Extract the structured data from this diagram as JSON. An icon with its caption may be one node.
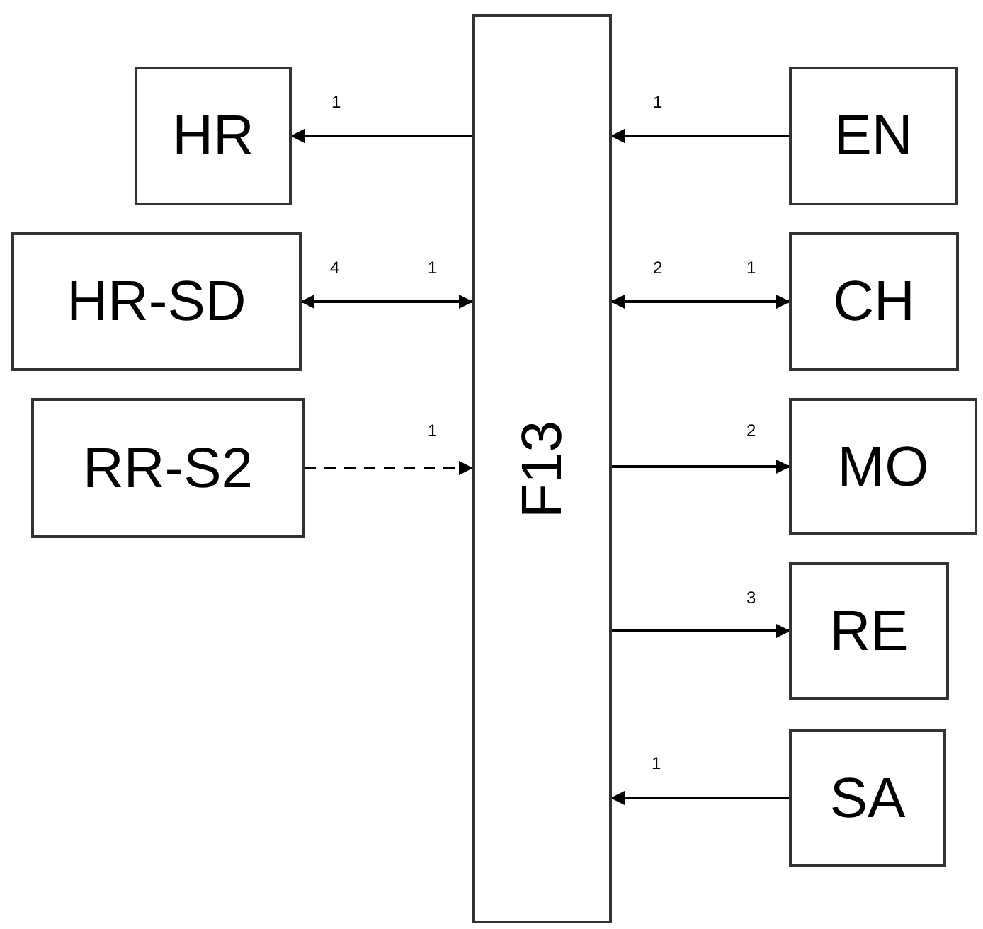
{
  "diagram": {
    "nodes": [
      {
        "text": [
          "F13"
        ]
      },
      {
        "text": [
          "HR"
        ]
      },
      {
        "text": [
          "HR-SD"
        ]
      },
      {
        "text": [
          "RR-S2"
        ]
      },
      {
        "text": [
          "EN"
        ]
      },
      {
        "text": [
          "CH"
        ]
      },
      {
        "text": [
          "MO"
        ]
      },
      {
        "text": [
          "RE"
        ]
      },
      {
        "text": [
          "SA"
        ]
      }
    ],
    "edges": [
      {
        "from": 0,
        "to": 1,
        "arrow": "to"
      },
      {
        "from": 2,
        "to": 0,
        "arrow": "both"
      },
      {
        "from": 3,
        "to": 0,
        "arrow": "to",
        "style": "dashed"
      },
      {
        "from": 4,
        "to": 0,
        "arrow": "to"
      },
      {
        "from": 0,
        "to": 5,
        "arrow": "both"
      },
      {
        "from": 0,
        "to": 6,
        "arrow": "to"
      },
      {
        "from": 0,
        "to": 7,
        "arrow": "to"
      },
      {
        "from": 8,
        "to": 0,
        "arrow": "to"
      }
    ],
    "labels": [
      "1",
      "1",
      "4",
      "1",
      "2",
      "1",
      "1",
      "2",
      "3",
      "1"
    ]
  }
}
